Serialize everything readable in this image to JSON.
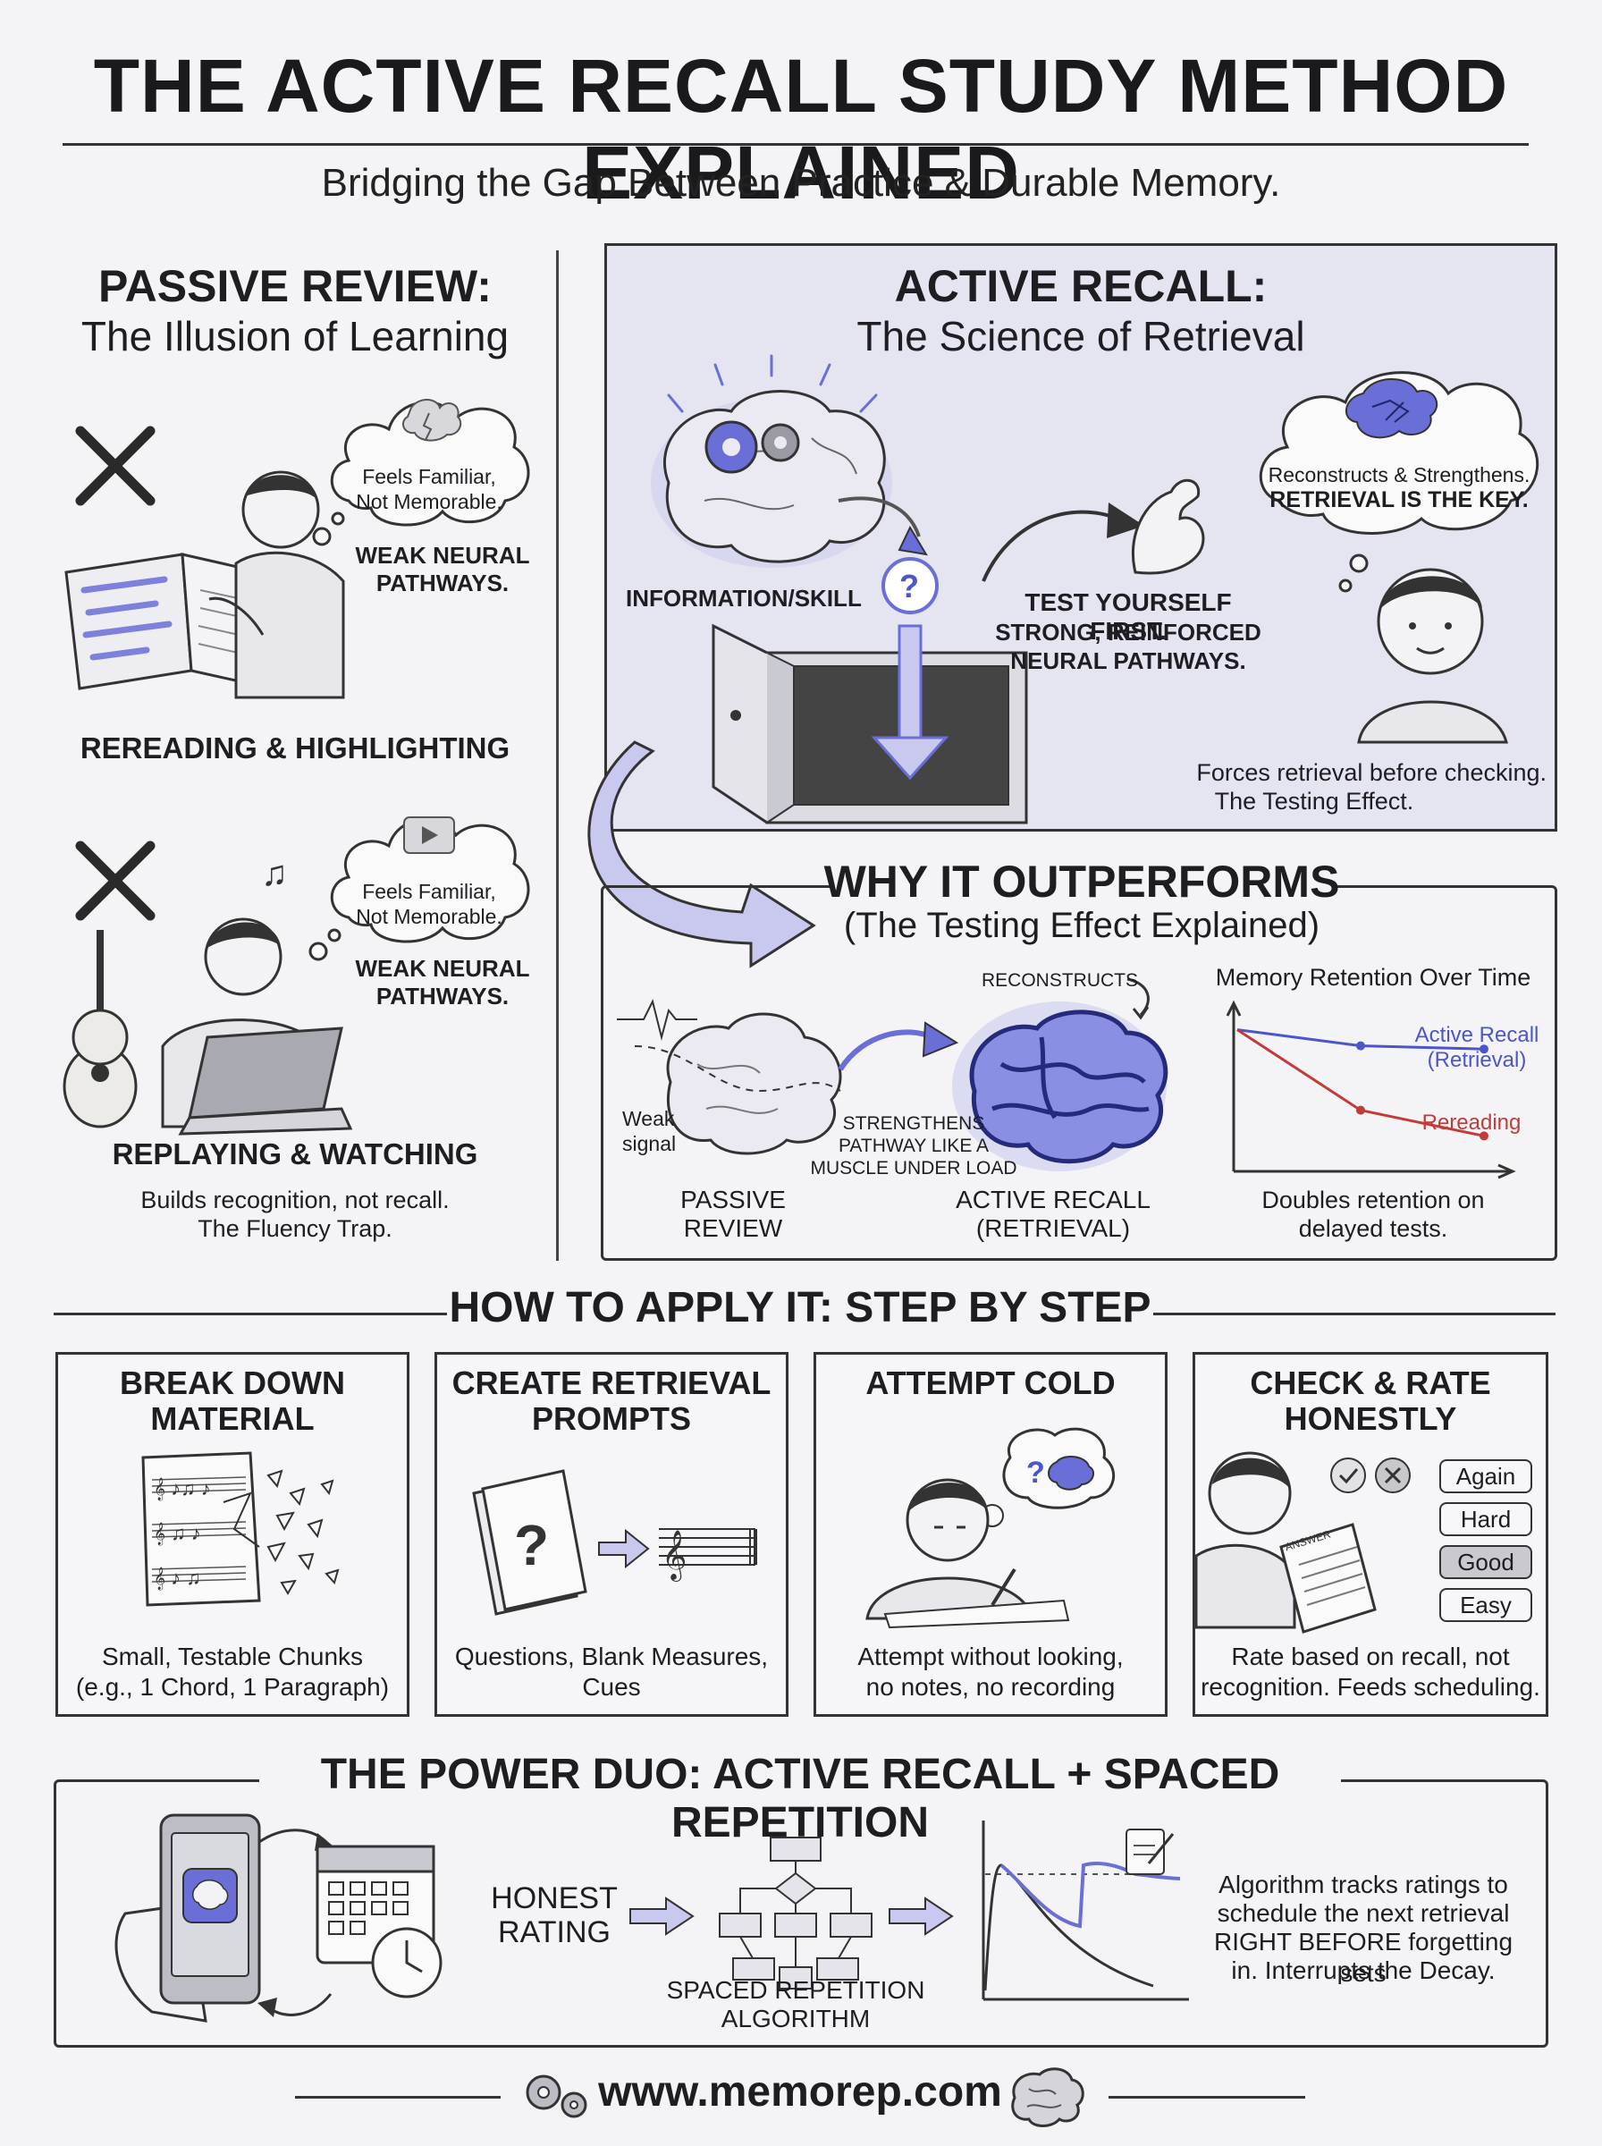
{
  "header": {
    "title": "THE ACTIVE RECALL STUDY METHOD EXPLAINED",
    "subtitle": "Bridging the Gap Between Practice & Durable Memory."
  },
  "passive": {
    "heading": "PASSIVE REVIEW:",
    "subheading": "The Illusion of Learning",
    "item1": {
      "thought": "Feels Familiar, Not Memorable.",
      "note": "WEAK NEURAL PATHWAYS.",
      "label": "REREADING & HIGHLIGHTING"
    },
    "item2": {
      "thought": "Feels Familiar, Not Memorable.",
      "note": "WEAK NEURAL PATHWAYS.",
      "label": "REPLAYING & WATCHING",
      "caption_1": "Builds recognition, not recall.",
      "caption_2": "The Fluency Trap."
    }
  },
  "active": {
    "heading": "ACTIVE RECALL:",
    "subheading": "The Science of Retrieval",
    "info_label": "INFORMATION/SKILL",
    "test_label_1": "TEST YOURSELF FIRST.",
    "test_label_2": "STRONG, REINFORCED",
    "test_label_3": "NEURAL PATHWAYS.",
    "thought_1": "Reconstructs & Strengthens.",
    "thought_2": "RETRIEVAL IS THE KEY.",
    "caption_1": "Forces retrieval before checking.",
    "caption_2": "The Testing Effect."
  },
  "why": {
    "heading": "WHY IT OUTPERFORMS",
    "subheading": "(The Testing Effect Explained)",
    "weak_signal": "Weak signal",
    "reconstructs": "RECONSTRUCTS",
    "strengthens": "STRENGTHENS PATHWAY LIKE A MUSCLE UNDER LOAD",
    "passive_label": "PASSIVE REVIEW",
    "active_label": "ACTIVE RECALL (RETRIEVAL)",
    "caption_1": "Doubles retention on",
    "caption_2": "delayed tests."
  },
  "chart_data": {
    "type": "line",
    "title": "Memory Retention Over Time",
    "xlabel": "",
    "ylabel": "",
    "x": [
      0,
      1,
      2
    ],
    "series": [
      {
        "name": "Active Recall (Retrieval)",
        "values": [
          88,
          78,
          76
        ],
        "color": "#4a56c9"
      },
      {
        "name": "Rereading",
        "values": [
          88,
          38,
          22
        ],
        "color": "#c23a3a"
      }
    ],
    "ylim": [
      0,
      100
    ],
    "grid": false,
    "legend": "inline-right"
  },
  "steps": {
    "heading": "HOW TO APPLY IT: STEP BY STEP",
    "items": [
      {
        "title_1": "BREAK DOWN",
        "title_2": "MATERIAL",
        "cap_1": "Small, Testable Chunks",
        "cap_2": "(e.g., 1 Chord, 1 Paragraph)"
      },
      {
        "title_1": "CREATE RETRIEVAL",
        "title_2": "PROMPTS",
        "cap_1": "Questions, Blank Measures,",
        "cap_2": "Cues"
      },
      {
        "title_1": "ATTEMPT COLD",
        "title_2": "",
        "cap_1": "Attempt without looking,",
        "cap_2": "no notes, no recording"
      },
      {
        "title_1": "CHECK & RATE",
        "title_2": "HONESTLY",
        "cap_1": "Rate based on recall, not",
        "cap_2": "recognition. Feeds scheduling."
      }
    ],
    "ratings": [
      "Again",
      "Hard",
      "Good",
      "Easy"
    ],
    "selected_rating": "Good",
    "sheet_text": "ANSWER"
  },
  "duo": {
    "heading": "THE POWER DUO: ACTIVE RECALL + SPACED REPETITION",
    "honest_1": "HONEST",
    "honest_2": "RATING",
    "algo_1": "SPACED REPETITION",
    "algo_2": "ALGORITHM",
    "caption_1": "Algorithm tracks ratings to",
    "caption_2": "schedule the next retrieval",
    "caption_3": "RIGHT BEFORE forgetting sets",
    "caption_4": "in. Interrupts the Decay."
  },
  "footer": {
    "url": "www.memorep.com"
  },
  "colors": {
    "accent": "#6a6fd8",
    "accent_light": "#c9c9f0",
    "ink": "#1e1e22",
    "red": "#c23a3a",
    "panel": "#e5e4f1"
  }
}
